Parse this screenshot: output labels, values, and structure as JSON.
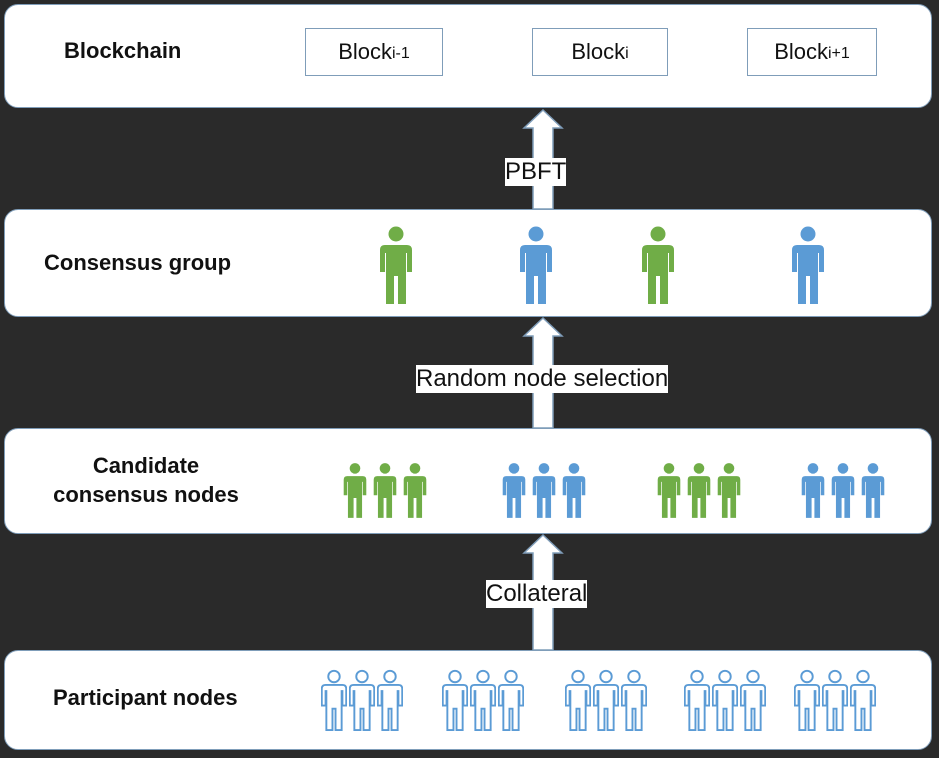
{
  "colors": {
    "border": "#7f9db9",
    "green": "#70ad47",
    "blue": "#5b9bd5",
    "arrow": "#7f9db9"
  },
  "layers": {
    "blockchain": {
      "title": "Blockchain"
    },
    "consensus_group": {
      "title": "Consensus group"
    },
    "candidate": {
      "title_line1": "Candidate",
      "title_line2": "consensus nodes"
    },
    "participant": {
      "title": "Participant nodes"
    }
  },
  "blocks": [
    {
      "base": "Block",
      "sub": "i-1"
    },
    {
      "base": "Block",
      "sub": "i"
    },
    {
      "base": "Block",
      "sub": "i+1"
    }
  ],
  "arrows": {
    "pbft": "PBFT",
    "random": "Random node selection",
    "collateral": "Collateral"
  },
  "consensus_group_nodes": [
    "green",
    "blue",
    "green",
    "blue"
  ],
  "candidate_groups": [
    "green",
    "blue",
    "green",
    "blue"
  ],
  "participant_group_count": 5,
  "icons": {
    "person": "person-icon",
    "outline_person": "person-outline-icon"
  }
}
